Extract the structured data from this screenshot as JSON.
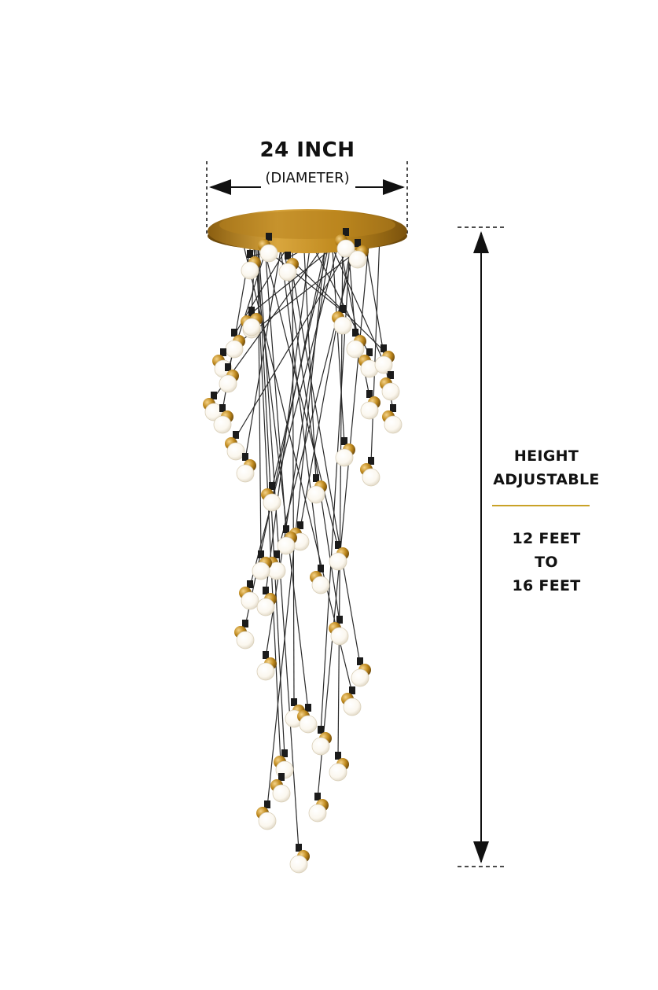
{
  "diameter": {
    "value": "24 INCH",
    "label": "(DIAMETER)"
  },
  "height": {
    "line1": "HEIGHT",
    "line2": "ADJUSTABLE",
    "range_line1": "12 FEET",
    "range_line2": "TO",
    "range_line3": "16 FEET"
  },
  "colors": {
    "gold": "#c08a1e",
    "gold_accent": "#c9a227",
    "cord": "#2a2a2a",
    "bulb": "#ffffff",
    "socket": "#1b1b1b",
    "dimension_lines": "#111111"
  }
}
